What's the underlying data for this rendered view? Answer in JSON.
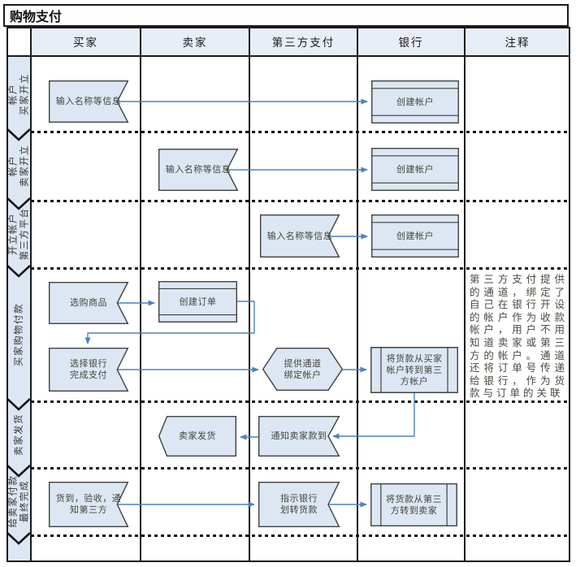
{
  "title": "购物支付",
  "columns": [
    {
      "label": "买家"
    },
    {
      "label": "卖家"
    },
    {
      "label": "第三方支付"
    },
    {
      "label": "银行"
    },
    {
      "label": "注释"
    }
  ],
  "lanes": [
    {
      "lines": [
        "买家开立",
        "帐户"
      ]
    },
    {
      "lines": [
        "卖家开立",
        "帐户"
      ]
    },
    {
      "lines": [
        "第三方平台",
        "开立帐户"
      ]
    },
    {
      "lines": [
        "买家购物付款"
      ]
    },
    {
      "lines": [
        "卖家发货"
      ]
    },
    {
      "lines": [
        "最终完成",
        "给卖家付款"
      ]
    }
  ],
  "nodes": {
    "buyer_input_info": "输入名称等信息",
    "bank_create_account_1": "创建帐户",
    "seller_input_info": "输入名称等信息",
    "bank_create_account_2": "创建帐户",
    "third_party_input_info": "输入名称等信息",
    "bank_create_account_3": "创建帐户",
    "buyer_select_goods": "选购商品",
    "seller_create_order": "创建订单",
    "buyer_pay_via_bank": "选择银行\n完成支付",
    "third_party_channel": "提供通道\n绑定帐户",
    "bank_transfer_to_third_party": "将货款从买家\n帐户转到第三\n方帐户",
    "seller_ship": "卖家发货",
    "third_party_notify_seller": "通知卖家款到",
    "buyer_receive_confirm": "货到，验收，通\n知第三方",
    "third_party_instruct_bank": "指示银行\n划转货款",
    "bank_transfer_to_seller": "将货款从第三\n方转到卖家"
  },
  "note": "第三方支付提供的通道，绑定了自己在银行开设的帐户作为收款帐户，用户不用知道卖家或第三方的帐户。通道还将订单号传递给银行，作为货款与订单的关联",
  "colors": {
    "shape_fill": "#dce7f3",
    "shape_stroke": "#404040",
    "arrow": "#4f81bd",
    "grid": "#1a1a1a",
    "lane_band": "#dde7f3",
    "header_fill": "#e8eef7"
  }
}
